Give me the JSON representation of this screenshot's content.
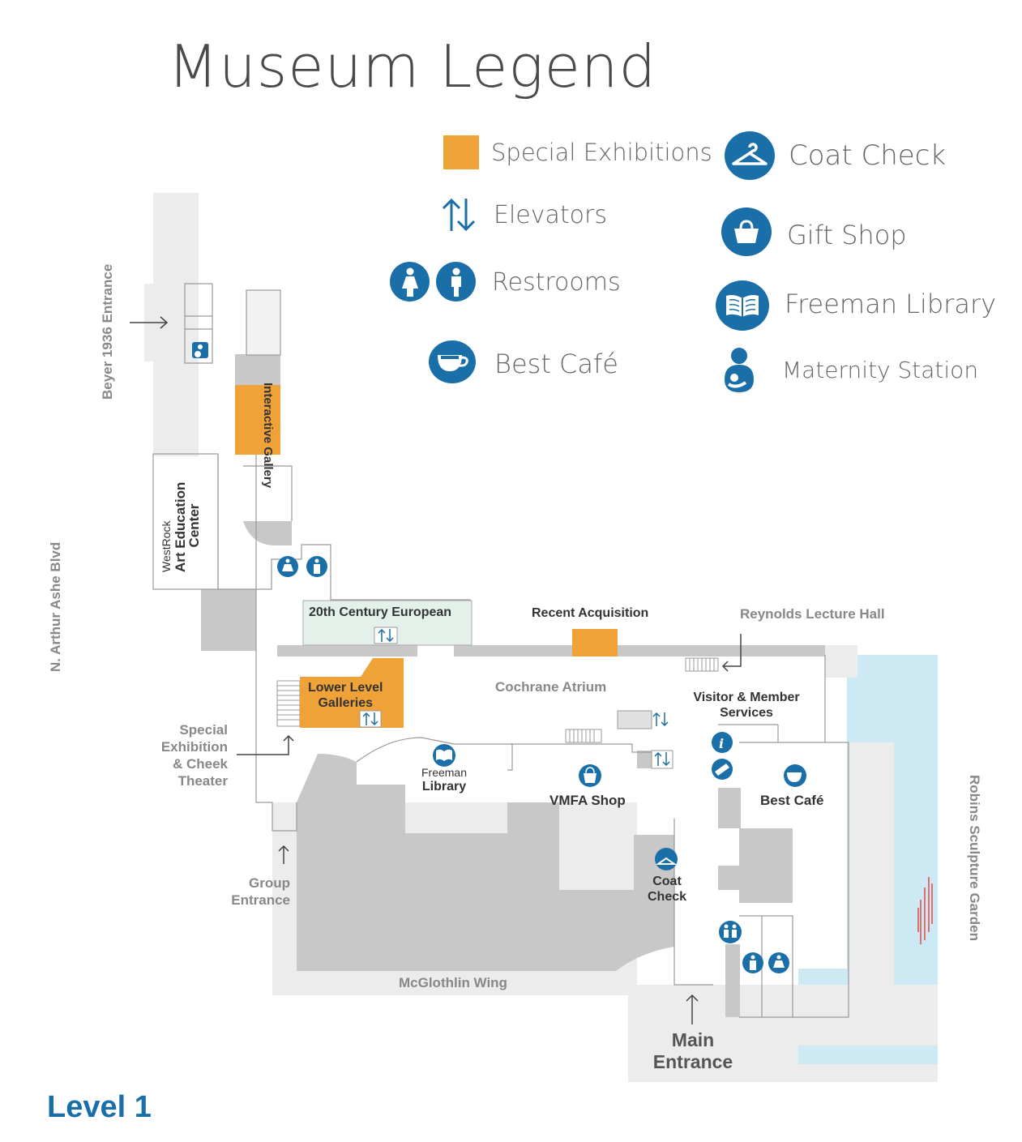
{
  "title": "Museum Legend",
  "legend": {
    "special_exhibitions": "Special Exhibitions",
    "elevators": "Elevators",
    "restrooms": "Restrooms",
    "best_cafe": "Best Café",
    "coat_check": "Coat Check",
    "gift_shop": "Gift Shop",
    "freeman_library": "Freeman Library",
    "maternity_station": "Maternity Station"
  },
  "colors": {
    "special": "#eea238",
    "icon_blue": "#1b6fa8",
    "floor_gray": "#c8c8c8",
    "light_gray": "#ececec",
    "water": "#cde9f3",
    "gallery_green": "#e3f1ea"
  },
  "map": {
    "beyer_entrance": "Beyer 1936 Entrance",
    "arthur_ashe": "N. Arthur Ashe Blvd",
    "interactive_gallery": "Interactive Gallery",
    "westrock": "WestRock",
    "art_education_center_1": "Art Education",
    "art_education_center_2": "Center",
    "twentieth_century": "20th Century European",
    "recent_acquisition": "Recent Acquisition",
    "reynolds": "Reynolds Lecture Hall",
    "lower_level_1": "Lower Level",
    "lower_level_2": "Galleries",
    "cochrane": "Cochrane Atrium",
    "visitor_services_1": "Visitor & Member",
    "visitor_services_2": "Services",
    "special_theater_1": "Special",
    "special_theater_2": "Exhibition",
    "special_theater_3": "& Cheek",
    "special_theater_4": "Theater",
    "freeman_1": "Freeman",
    "freeman_2": "Library",
    "vmfa_shop": "VMFA Shop",
    "best_cafe": "Best Café",
    "coat_1": "Coat",
    "coat_2": "Check",
    "group_1": "Group",
    "group_2": "Entrance",
    "mcglothlin": "McGlothlin Wing",
    "main_1": "Main",
    "main_2": "Entrance",
    "robins": "Robins Sculpture Garden"
  },
  "level": "Level 1"
}
